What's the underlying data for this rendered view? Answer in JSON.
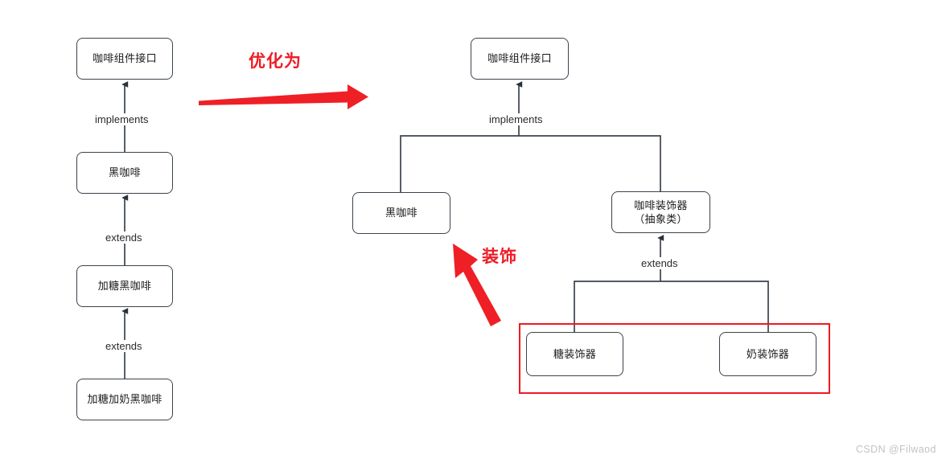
{
  "diagram": {
    "title_watermark": "CSDN @Filwaod",
    "accent_red": "#ee1c25",
    "line_color": "#3b434d",
    "left_tree": {
      "name": "inheritance-chain-before",
      "nodes": [
        {
          "id": "left-interface",
          "label": "咖啡组件接口"
        },
        {
          "id": "left-black-coffee",
          "label": "黑咖啡"
        },
        {
          "id": "left-sugar-coffee",
          "label": "加糖黑咖啡"
        },
        {
          "id": "left-sugar-milk-coffee",
          "label": "加糖加奶黑咖啡"
        }
      ],
      "edges": [
        {
          "id": "left-edge-implements",
          "label": "implements"
        },
        {
          "id": "left-edge-extends-1",
          "label": "extends"
        },
        {
          "id": "left-edge-extends-2",
          "label": "extends"
        }
      ]
    },
    "transform_note": {
      "label": "优化为"
    },
    "decorate_note": {
      "label": "装饰"
    },
    "right_tree": {
      "name": "decorator-structure-after",
      "nodes": [
        {
          "id": "right-interface",
          "label": "咖啡组件接口"
        },
        {
          "id": "right-black-coffee",
          "label": "黑咖啡"
        },
        {
          "id": "right-decorator",
          "label_line1": "咖啡装饰器",
          "label_line2": "（抽象类）"
        },
        {
          "id": "right-sugar-decorator",
          "label": "糖装饰器"
        },
        {
          "id": "right-milk-decorator",
          "label": "奶装饰器"
        }
      ],
      "edges": [
        {
          "id": "right-edge-implements",
          "label": "implements"
        },
        {
          "id": "right-edge-extends",
          "label": "extends"
        }
      ]
    }
  }
}
